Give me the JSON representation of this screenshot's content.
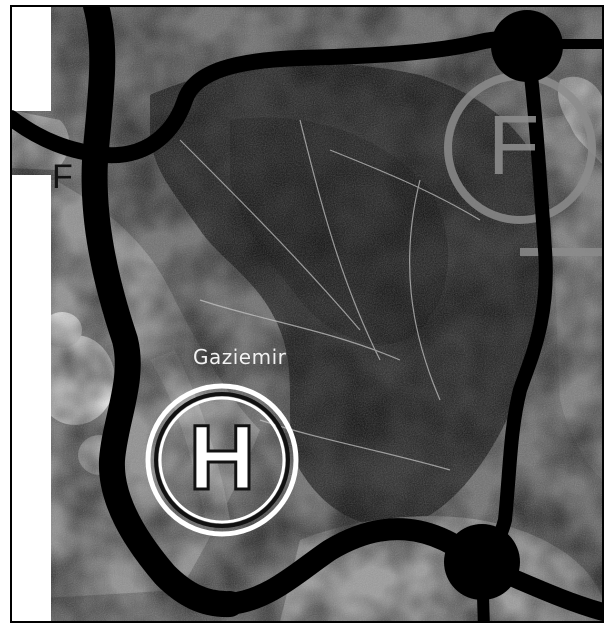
{
  "map": {
    "place_label": "Gaziemir",
    "hospital_symbol": "H",
    "left_marker": "F",
    "right_marker": "F",
    "colors": {
      "route": "#000000",
      "marker_gray": "#8c8c8c",
      "hospital_ring": "#ffffff",
      "background": "#ffffff"
    },
    "icons": {
      "hospital": "hospital-h-icon",
      "junction": "junction-dot-icon",
      "f-circle": "f-circle-icon"
    }
  }
}
